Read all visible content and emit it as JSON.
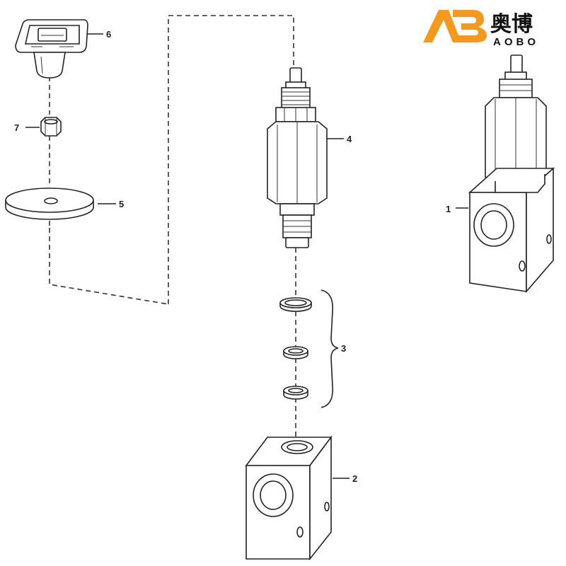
{
  "logo": {
    "mark": "AB",
    "chinese": "奥博",
    "english": "AOBO",
    "accent_color": "#f39a1e",
    "dark_color": "#111111"
  },
  "callouts": {
    "c1": "1",
    "c2": "2",
    "c3": "3",
    "c4": "4",
    "c5": "5",
    "c6": "6",
    "c7": "7"
  }
}
